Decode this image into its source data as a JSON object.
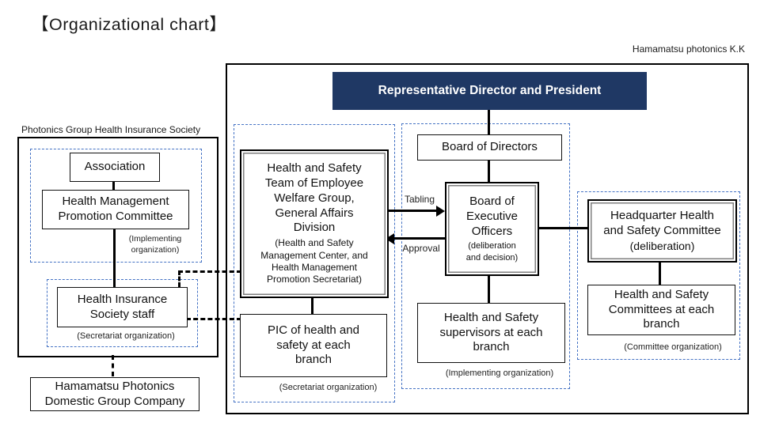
{
  "title": "【Organizational chart】",
  "company_label": "Hamamatsu photonics K.K",
  "labels": {
    "tabling": "Tabling",
    "approval": "Approval"
  },
  "left_group": {
    "caption": "Photonics Group Health Insurance Society",
    "association": "Association",
    "promotion_committee": [
      "Health Management",
      "Promotion Committee"
    ],
    "implementing_note": [
      "(Implementing",
      "organization)"
    ],
    "staff": [
      "Health Insurance",
      "Society staff"
    ],
    "secretariat_note": "(Secretariat organization)",
    "group_company": [
      "Hamamatsu Photonics",
      "Domestic Group Company"
    ]
  },
  "company_group": {
    "president": "Representative Director and President",
    "board_of_directors": "Board of Directors",
    "executive_board": {
      "title": [
        "Board of",
        "Executive",
        "Officers"
      ],
      "note": [
        "(deliberation",
        "and decision)"
      ]
    },
    "supervisors": [
      "Health and Safety",
      "supervisors at each",
      "branch"
    ],
    "implementing_note": "(Implementing organization)",
    "safety_team": {
      "title": [
        "Health and Safety",
        "Team of Employee",
        "Welfare Group,",
        "General Affairs",
        "Division"
      ],
      "note": [
        "(Health and Safety",
        "Management Center, and",
        "Health Management",
        "Promotion Secretariat)"
      ]
    },
    "branch_pic": [
      "PIC of health and",
      "safety at each",
      "branch"
    ],
    "secretariat_note": "(Secretariat organization)",
    "hq_committee": {
      "title": [
        "Headquarter Health",
        "and Safety Committee"
      ],
      "note": "(deliberation)"
    },
    "branch_committees": [
      "Health and Safety",
      "Committees at each",
      "branch"
    ],
    "committee_note": "(Committee organization)"
  },
  "colors": {
    "navy_header": "#1F3864",
    "group_dashed_blue": "#4472C4",
    "line_black": "#000000"
  }
}
